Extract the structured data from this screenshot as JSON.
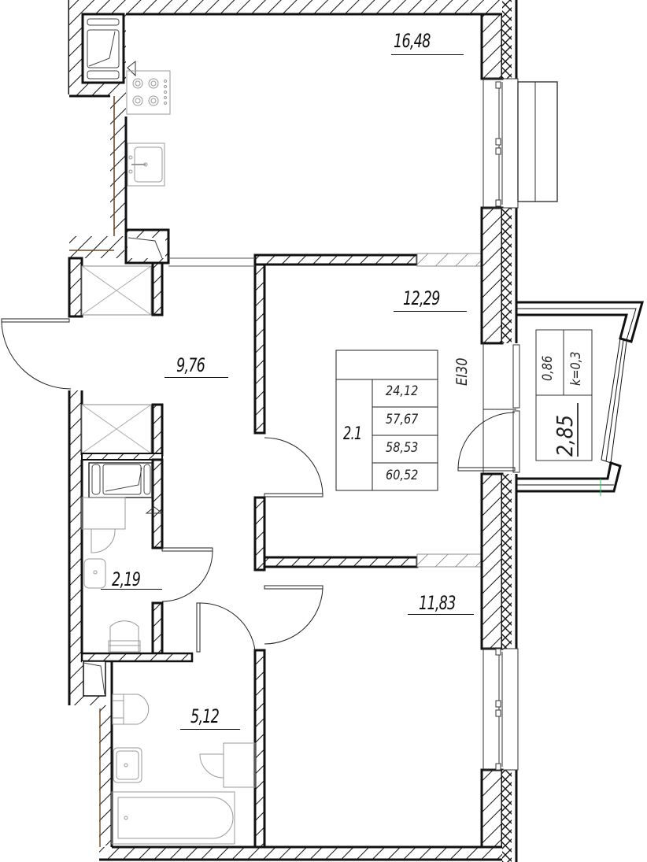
{
  "plan": {
    "type": "apartment-floor-plan",
    "rooms": [
      {
        "id": "kitchen-living",
        "area": "16,48"
      },
      {
        "id": "bedroom-1",
        "area": "12,29"
      },
      {
        "id": "hallway",
        "area": "9,76"
      },
      {
        "id": "toilet",
        "area": "2,19"
      },
      {
        "id": "bathroom",
        "area": "5,12"
      },
      {
        "id": "bedroom-2",
        "area": "11,83"
      },
      {
        "id": "loggia",
        "area": "2,85"
      }
    ],
    "loggia": {
      "area": "2,85",
      "reduced_area": "0,86",
      "coefficient": "k=0,3"
    },
    "summary_table": {
      "apartment_number": "2.1",
      "rows": [
        "24,12",
        "57,67",
        "58,53",
        "60,52"
      ]
    },
    "fire_door_label": "EI30"
  }
}
